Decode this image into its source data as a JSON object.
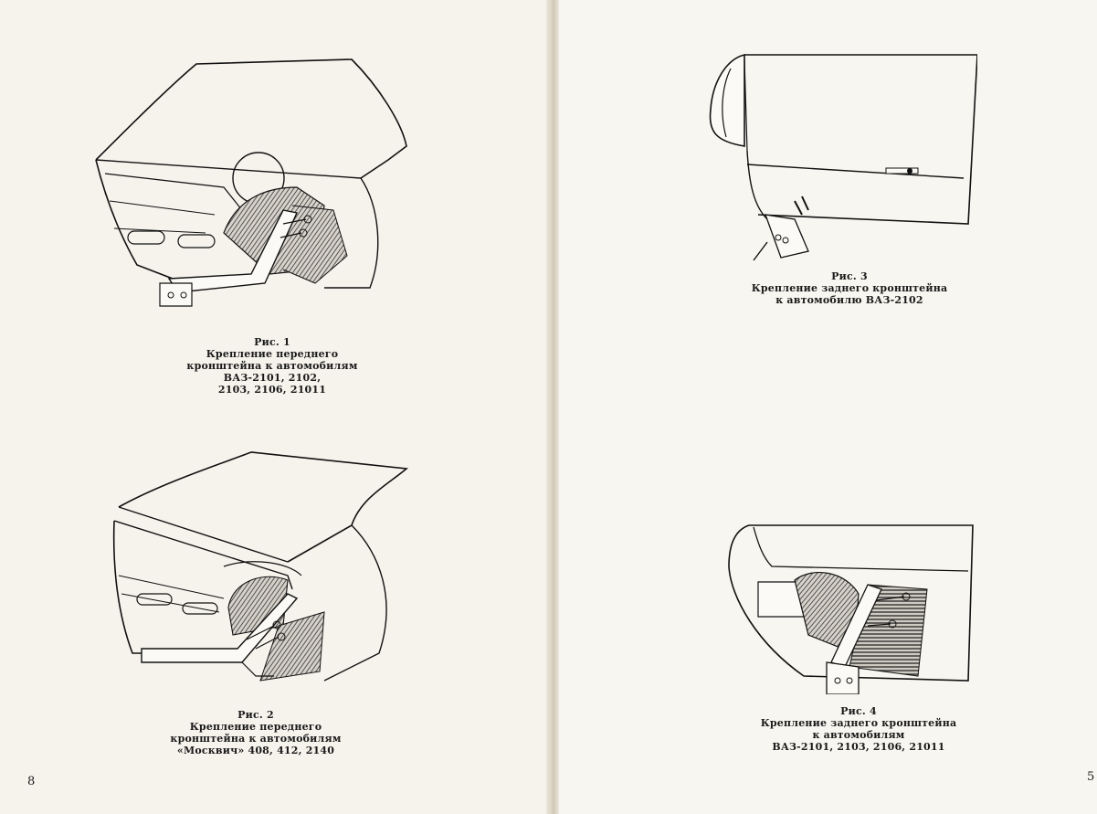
{
  "figures": [
    {
      "label": "Рис. 1",
      "lines": [
        "Крепление переднего",
        "кронштейна к автомобилям",
        "ВАЗ-2101, 2102,",
        "2103, 2106, 21011"
      ]
    },
    {
      "label": "Рис. 2",
      "lines": [
        "Крепление переднего",
        "кронштейна к автомобилям",
        "«Москвич» 408, 412, 2140"
      ]
    },
    {
      "label": "Рис. 3",
      "lines": [
        "Крепление заднего кронштейна",
        "к автомобилю ВАЗ-2102"
      ]
    },
    {
      "label": "Рис. 4",
      "lines": [
        "Крепление заднего кронштейна",
        "к автомобилям",
        "ВАЗ-2101, 2103, 2106, 21011"
      ]
    }
  ],
  "page_numbers": {
    "left": "8",
    "right": "5"
  }
}
